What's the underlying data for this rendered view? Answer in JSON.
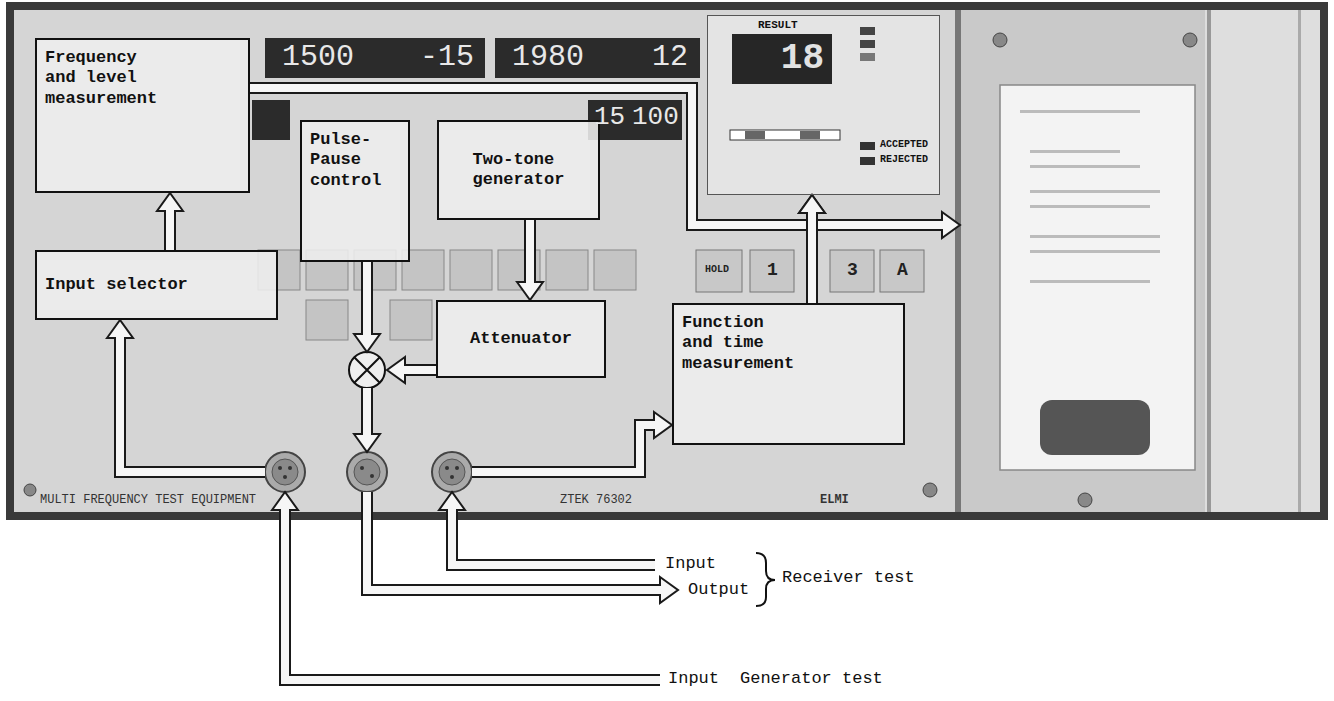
{
  "diagram": {
    "nodes": [
      {
        "text": [
          "Frequency and level measurement"
        ]
      },
      {
        "text": [
          "Pulse-Pause control"
        ]
      },
      {
        "text": [
          "Two-tone generator"
        ]
      },
      {
        "text": [
          "Input selector"
        ]
      },
      {
        "text": [
          "Attenuator"
        ]
      },
      {
        "text": [
          "Function and time measurement"
        ]
      },
      {
        "text": [
          "RESULT",
          "18"
        ]
      }
    ],
    "edges": [
      {
        "from": 3,
        "to": 0,
        "arrow": "to"
      },
      {
        "from": 2,
        "to": 4,
        "arrow": "to"
      },
      {
        "from": 0,
        "to": 6,
        "arrow": "to"
      },
      {
        "from": 5,
        "to": 6,
        "arrow": "to"
      }
    ],
    "labels": [
      "1500",
      "-15",
      "1980",
      "12",
      "15",
      "100",
      "ACCEPTED",
      "REJECTED",
      "HOLD",
      "1",
      "3",
      "A",
      "MULTI FREQUENCY TEST EQUIPMENT",
      "ZTEK 76302",
      "ELMI",
      "Input",
      "Output",
      "Receiver test",
      "Input",
      "Generator test"
    ]
  }
}
